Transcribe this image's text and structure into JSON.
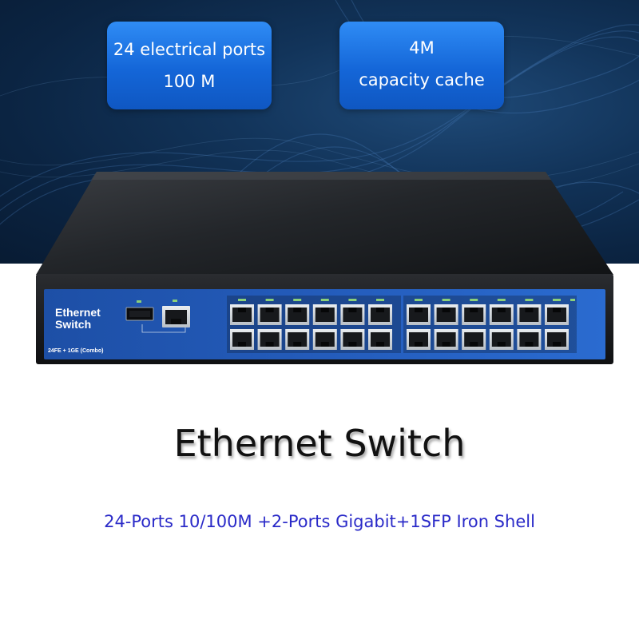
{
  "badges": {
    "left": {
      "line1": "24 electrical ports",
      "line2": "100 M"
    },
    "right": {
      "line1": "4M",
      "line2": "capacity cache"
    }
  },
  "device": {
    "brand_line1": "Ethernet",
    "brand_line2": "Switch",
    "model_label": "24FE + 1GE (Combo)",
    "port_count": 24
  },
  "title": "Ethernet Switch",
  "subtitle": "24-Ports 10/100M +2-Ports Gigabit+1SFP Iron Shell",
  "colors": {
    "hero_background": "#0b2442",
    "badge": "#1466d8",
    "faceplate": "#1d4fa6",
    "subtitle": "#2a2ac8"
  }
}
